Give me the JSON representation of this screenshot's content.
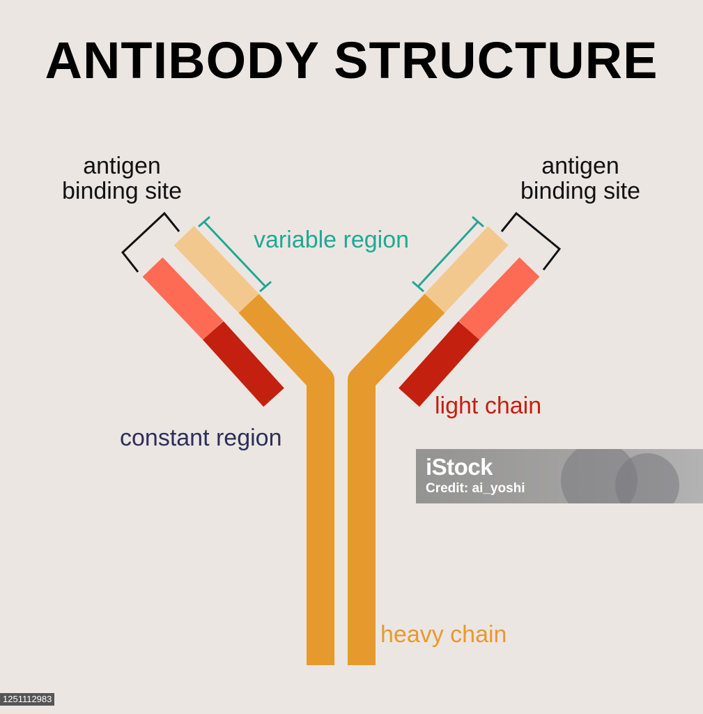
{
  "title": "ANTIBODY STRUCTURE",
  "labels": {
    "antigen_binding_left": [
      "antigen",
      "binding site"
    ],
    "antigen_binding_right": [
      "antigen",
      "binding site"
    ],
    "variable_region": "variable region",
    "light_chain": "light chain",
    "constant_region": "constant region",
    "heavy_chain": "heavy chain"
  },
  "watermark": {
    "logo": "iStock",
    "credit": "Credit: ai_yoshi"
  },
  "stock_id": "1251112983",
  "colors": {
    "background": "#ece6e2",
    "heavy_chain": "#e69a2d",
    "heavy_variable": "#f2c88e",
    "light_variable": "#fe6b55",
    "light_constant": "#c4200f",
    "bracket_line": "#111111",
    "variable_line": "#1fa894",
    "constant_text": "#2b2f5a"
  }
}
